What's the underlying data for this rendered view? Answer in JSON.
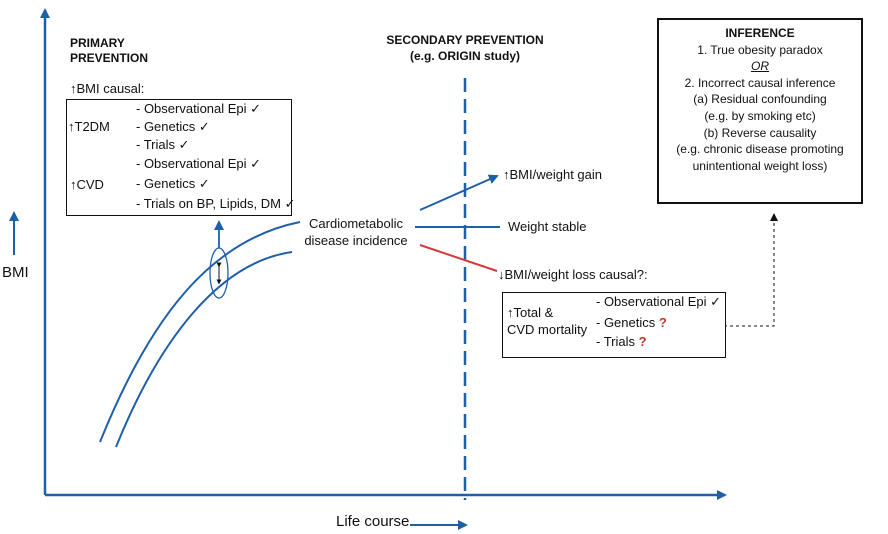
{
  "colors": {
    "blue": "#1f5fa8",
    "red": "#d43a3a",
    "black": "#111111",
    "question_mark": "#c0392b"
  },
  "axes": {
    "y_label": "BMI",
    "x_label": "Life course"
  },
  "primary": {
    "title_line1": "PRIMARY",
    "title_line2": "PREVENTION",
    "bmi_causal": "↑BMI causal:"
  },
  "secondary": {
    "title": "SECONDARY PREVENTION",
    "subtitle": "(e.g. ORIGIN study)"
  },
  "t2dm": {
    "label": "↑T2DM",
    "items": [
      "- Observational Epi ✓",
      "- Genetics ✓",
      "- Trials ✓"
    ]
  },
  "cvd": {
    "label": "↑CVD",
    "items": [
      "- Observational Epi ✓",
      "- Genetics ✓",
      "- Trials on BP, Lipids, DM ✓"
    ]
  },
  "cardio": {
    "line1": "Cardiometabolic",
    "line2": "disease incidence"
  },
  "branches": {
    "gain": "↑BMI/weight gain",
    "stable": "Weight stable",
    "loss": "↓BMI/weight loss causal?:"
  },
  "mortality": {
    "label_line1": "↑Total &",
    "label_line2": "CVD mortality",
    "items": [
      {
        "text": "- Observational Epi ✓",
        "mark": ""
      },
      {
        "text": "- Genetics ",
        "mark": "?"
      },
      {
        "text": "- Trials ",
        "mark": "?"
      }
    ]
  },
  "inference": {
    "title": "INFERENCE",
    "line1": "1. True obesity paradox",
    "or": "OR",
    "line2": "2. Incorrect causal inference",
    "line3": "(a) Residual confounding",
    "line4": "(e.g. by smoking etc)",
    "line5": "(b) Reverse causality",
    "line6": "(e.g. chronic disease promoting",
    "line7": "unintentional weight loss)"
  }
}
